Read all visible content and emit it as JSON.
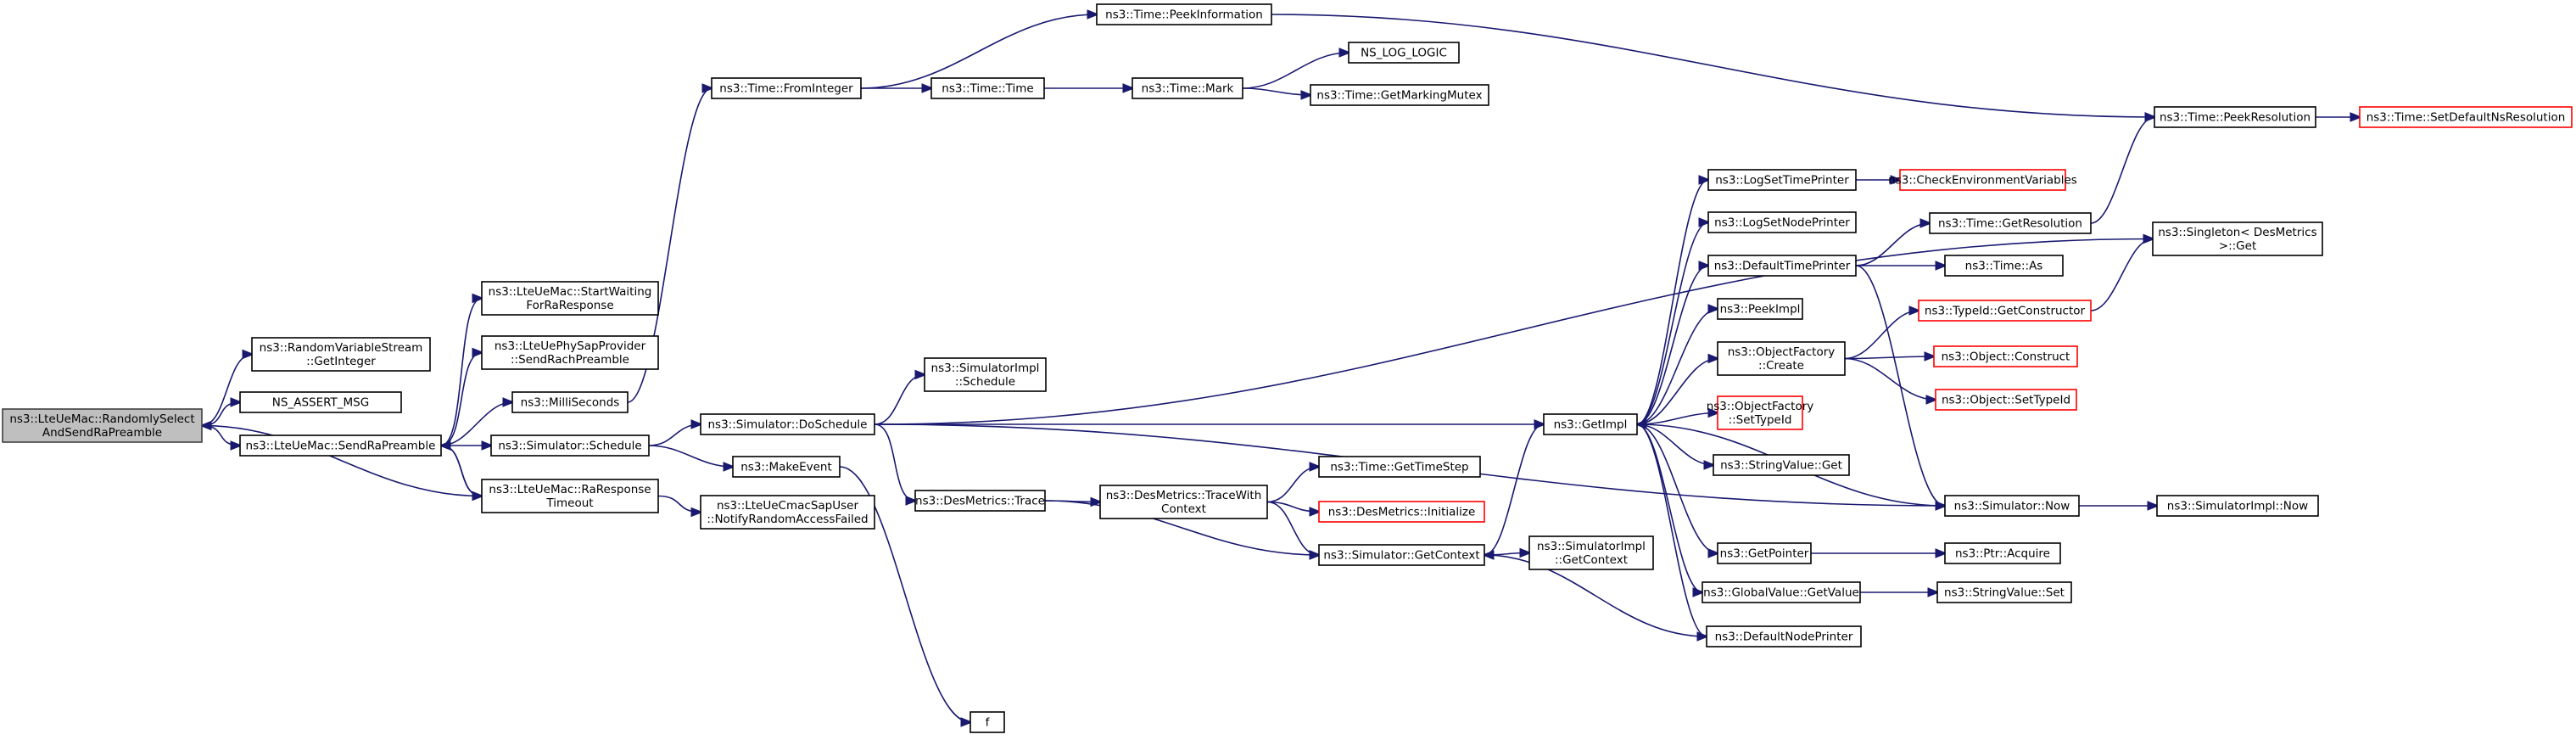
{
  "nodes": [
    {
      "id": "root",
      "lines": [
        "ns3::LteUeMac::RandomlySelect",
        "AndSendRaPreamble"
      ],
      "kind": "root"
    },
    {
      "id": "rvs",
      "lines": [
        "ns3::RandomVariableStream",
        "::GetInteger"
      ]
    },
    {
      "id": "assert",
      "lines": [
        "NS_ASSERT_MSG"
      ]
    },
    {
      "id": "sendra",
      "lines": [
        "ns3::LteUeMac::SendRaPreamble"
      ]
    },
    {
      "id": "startwait",
      "lines": [
        "ns3::LteUeMac::StartWaiting",
        "ForRaResponse"
      ]
    },
    {
      "id": "rach",
      "lines": [
        "ns3::LteUePhySapProvider",
        "::SendRachPreamble"
      ]
    },
    {
      "id": "milli",
      "lines": [
        "ns3::MilliSeconds"
      ]
    },
    {
      "id": "simsched",
      "lines": [
        "ns3::Simulator::Schedule"
      ]
    },
    {
      "id": "rartimeout",
      "lines": [
        "ns3::LteUeMac::RaResponse",
        "Timeout"
      ]
    },
    {
      "id": "notify",
      "lines": [
        "ns3::LteUeCmacSapUser",
        "::NotifyRandomAccessFailed"
      ]
    },
    {
      "id": "dosched",
      "lines": [
        "ns3::Simulator::DoSchedule"
      ]
    },
    {
      "id": "makeevent",
      "lines": [
        "ns3::MakeEvent"
      ]
    },
    {
      "id": "f",
      "lines": [
        "f"
      ]
    },
    {
      "id": "implsched",
      "lines": [
        "ns3::SimulatorImpl",
        "::Schedule"
      ]
    },
    {
      "id": "trace",
      "lines": [
        "ns3::DesMetrics::Trace"
      ]
    },
    {
      "id": "tracewith",
      "lines": [
        "ns3::DesMetrics::TraceWith",
        "Context"
      ]
    },
    {
      "id": "gettimestep",
      "lines": [
        "ns3::Time::GetTimeStep"
      ]
    },
    {
      "id": "desinit",
      "lines": [
        "ns3::DesMetrics::Initialize"
      ],
      "kind": "red"
    },
    {
      "id": "getcontext",
      "lines": [
        "ns3::Simulator::GetContext"
      ]
    },
    {
      "id": "implgetcontext",
      "lines": [
        "ns3::SimulatorImpl",
        "::GetContext"
      ]
    },
    {
      "id": "fromint",
      "lines": [
        "ns3::Time::FromInteger"
      ]
    },
    {
      "id": "peekinfo",
      "lines": [
        "ns3::Time::PeekInformation"
      ]
    },
    {
      "id": "timetime",
      "lines": [
        "ns3::Time::Time"
      ]
    },
    {
      "id": "mark",
      "lines": [
        "ns3::Time::Mark"
      ]
    },
    {
      "id": "nslog",
      "lines": [
        "NS_LOG_LOGIC"
      ]
    },
    {
      "id": "mutex",
      "lines": [
        "ns3::Time::GetMarkingMutex"
      ]
    },
    {
      "id": "getimpl",
      "lines": [
        "ns3::GetImpl"
      ]
    },
    {
      "id": "logtime",
      "lines": [
        "ns3::LogSetTimePrinter"
      ]
    },
    {
      "id": "checkenv",
      "lines": [
        "ns3::CheckEnvironmentVariables"
      ],
      "kind": "red"
    },
    {
      "id": "lognode",
      "lines": [
        "ns3::LogSetNodePrinter"
      ]
    },
    {
      "id": "deftime",
      "lines": [
        "ns3::DefaultTimePrinter"
      ]
    },
    {
      "id": "getres",
      "lines": [
        "ns3::Time::GetResolution"
      ]
    },
    {
      "id": "timeas",
      "lines": [
        "ns3::Time::As"
      ]
    },
    {
      "id": "peekimpl",
      "lines": [
        "ns3::PeekImpl"
      ]
    },
    {
      "id": "objfac",
      "lines": [
        "ns3::ObjectFactory",
        "::Create"
      ]
    },
    {
      "id": "getctor",
      "lines": [
        "ns3::TypeId::GetConstructor"
      ],
      "kind": "red"
    },
    {
      "id": "objconstruct",
      "lines": [
        "ns3::Object::Construct"
      ],
      "kind": "red"
    },
    {
      "id": "objsettype",
      "lines": [
        "ns3::Object::SetTypeId"
      ],
      "kind": "red"
    },
    {
      "id": "objfacset",
      "lines": [
        "ns3::ObjectFactory",
        "::SetTypeId"
      ],
      "kind": "red"
    },
    {
      "id": "strget",
      "lines": [
        "ns3::StringValue::Get"
      ]
    },
    {
      "id": "simnow",
      "lines": [
        "ns3::Simulator::Now"
      ]
    },
    {
      "id": "implnow",
      "lines": [
        "ns3::SimulatorImpl::Now"
      ]
    },
    {
      "id": "getptr",
      "lines": [
        "ns3::GetPointer"
      ]
    },
    {
      "id": "ptracq",
      "lines": [
        "ns3::Ptr::Acquire"
      ]
    },
    {
      "id": "gvget",
      "lines": [
        "ns3::GlobalValue::GetValue"
      ]
    },
    {
      "id": "strset",
      "lines": [
        "ns3::StringValue::Set"
      ]
    },
    {
      "id": "defnode",
      "lines": [
        "ns3::DefaultNodePrinter"
      ]
    },
    {
      "id": "peekres",
      "lines": [
        "ns3::Time::PeekResolution"
      ]
    },
    {
      "id": "setdefres",
      "lines": [
        "ns3::Time::SetDefaultNsResolution"
      ],
      "kind": "red"
    },
    {
      "id": "singleton",
      "lines": [
        "ns3::Singleton< DesMetrics",
        ">::Get"
      ]
    }
  ],
  "edges": [
    [
      "root",
      "rvs"
    ],
    [
      "root",
      "assert"
    ],
    [
      "root",
      "sendra"
    ],
    [
      "sendra",
      "startwait"
    ],
    [
      "sendra",
      "rach"
    ],
    [
      "sendra",
      "milli"
    ],
    [
      "sendra",
      "simsched"
    ],
    [
      "sendra",
      "rartimeout"
    ],
    [
      "rartimeout",
      "sendra"
    ],
    [
      "rartimeout",
      "root"
    ],
    [
      "rartimeout",
      "notify"
    ],
    [
      "milli",
      "fromint"
    ],
    [
      "simsched",
      "dosched"
    ],
    [
      "simsched",
      "makeevent"
    ],
    [
      "makeevent",
      "f"
    ],
    [
      "dosched",
      "implsched"
    ],
    [
      "dosched",
      "trace"
    ],
    [
      "dosched",
      "getimpl"
    ],
    [
      "dosched",
      "simnow"
    ],
    [
      "dosched",
      "singleton"
    ],
    [
      "trace",
      "tracewith"
    ],
    [
      "trace",
      "getcontext"
    ],
    [
      "tracewith",
      "gettimestep"
    ],
    [
      "tracewith",
      "desinit"
    ],
    [
      "tracewith",
      "getcontext"
    ],
    [
      "getcontext",
      "getimpl"
    ],
    [
      "getcontext",
      "implgetcontext"
    ],
    [
      "fromint",
      "peekinfo"
    ],
    [
      "fromint",
      "timetime"
    ],
    [
      "timetime",
      "mark"
    ],
    [
      "mark",
      "nslog"
    ],
    [
      "mark",
      "mutex"
    ],
    [
      "peekinfo",
      "peekres"
    ],
    [
      "peekres",
      "setdefres"
    ],
    [
      "getimpl",
      "logtime"
    ],
    [
      "getimpl",
      "lognode"
    ],
    [
      "getimpl",
      "deftime"
    ],
    [
      "getimpl",
      "peekimpl"
    ],
    [
      "getimpl",
      "objfac"
    ],
    [
      "getimpl",
      "objfacset"
    ],
    [
      "getimpl",
      "strget"
    ],
    [
      "getimpl",
      "getptr"
    ],
    [
      "getimpl",
      "gvget"
    ],
    [
      "getimpl",
      "defnode"
    ],
    [
      "logtime",
      "checkenv"
    ],
    [
      "deftime",
      "getres"
    ],
    [
      "deftime",
      "timeas"
    ],
    [
      "deftime",
      "simnow"
    ],
    [
      "getres",
      "peekres"
    ],
    [
      "objfac",
      "getctor"
    ],
    [
      "objfac",
      "objconstruct"
    ],
    [
      "objfac",
      "objsettype"
    ],
    [
      "getctor",
      "singleton"
    ],
    [
      "simnow",
      "getimpl"
    ],
    [
      "simnow",
      "implnow"
    ],
    [
      "getptr",
      "ptracq"
    ],
    [
      "gvget",
      "strset"
    ],
    [
      "defnode",
      "getcontext"
    ]
  ]
}
